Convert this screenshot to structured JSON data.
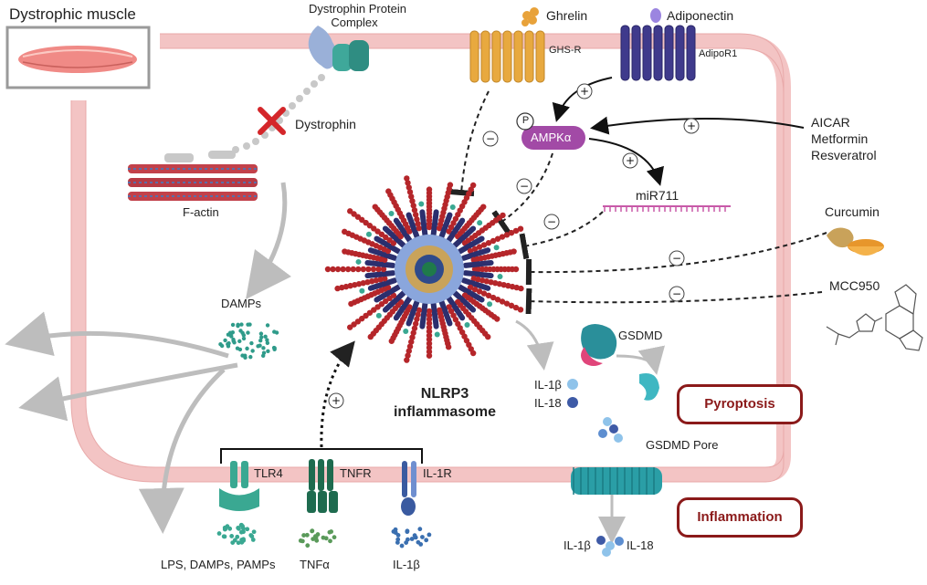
{
  "labels": {
    "dystrophic_muscle": "Dystrophic muscle",
    "dystrophin_protein_complex_line1": "Dystrophin Protein",
    "dystrophin_protein_complex_line2": "Complex",
    "ghrelin": "Ghrelin",
    "ghs_r": "GHS-R",
    "adiponectin": "Adiponectin",
    "adipor1": "AdipoR1",
    "dystrophin": "Dystrophin",
    "f_actin": "F-actin",
    "ampk": "AMPKα",
    "phospho": "P",
    "drugs_line1": "AICAR",
    "drugs_line2": "Metformin",
    "drugs_line3": "Resveratrol",
    "mir711": "miR711",
    "curcumin": "Curcumin",
    "mcc950": "MCC950",
    "damps": "DAMPs",
    "nlrp3_line1": "NLRP3",
    "nlrp3_line2": "inflammasome",
    "gsdmd": "GSDMD",
    "il1b_inner": "IL-1β",
    "il18_inner": "IL-18",
    "pyroptosis": "Pyroptosis",
    "gsdmd_pore": "GSDMD Pore",
    "inflammation": "Inflammation",
    "tlr4": "TLR4",
    "tnfr": "TNFR",
    "il1r": "IL-1R",
    "lps_damps_pamps": "LPS, DAMPs, PAMPs",
    "tnfa": "TNFα",
    "il1b_bottom": "IL-1β",
    "il1b_out": "IL-1β",
    "il18_out": "IL-18"
  },
  "signs": {
    "plus": "+",
    "minus": "−"
  },
  "colors": {
    "membrane": "#f3c4c4",
    "membrane_line": "#e8a9a9",
    "box_red": "#8b1a1a",
    "ampk_purple": "#a24aa6",
    "ghsr_orange": "#e5a53a",
    "adipor_purple": "#3f3a8c",
    "teal": "#1f9e8f",
    "inflammasome_red": "#b5262a",
    "inflammasome_navy": "#2b2f6e"
  }
}
